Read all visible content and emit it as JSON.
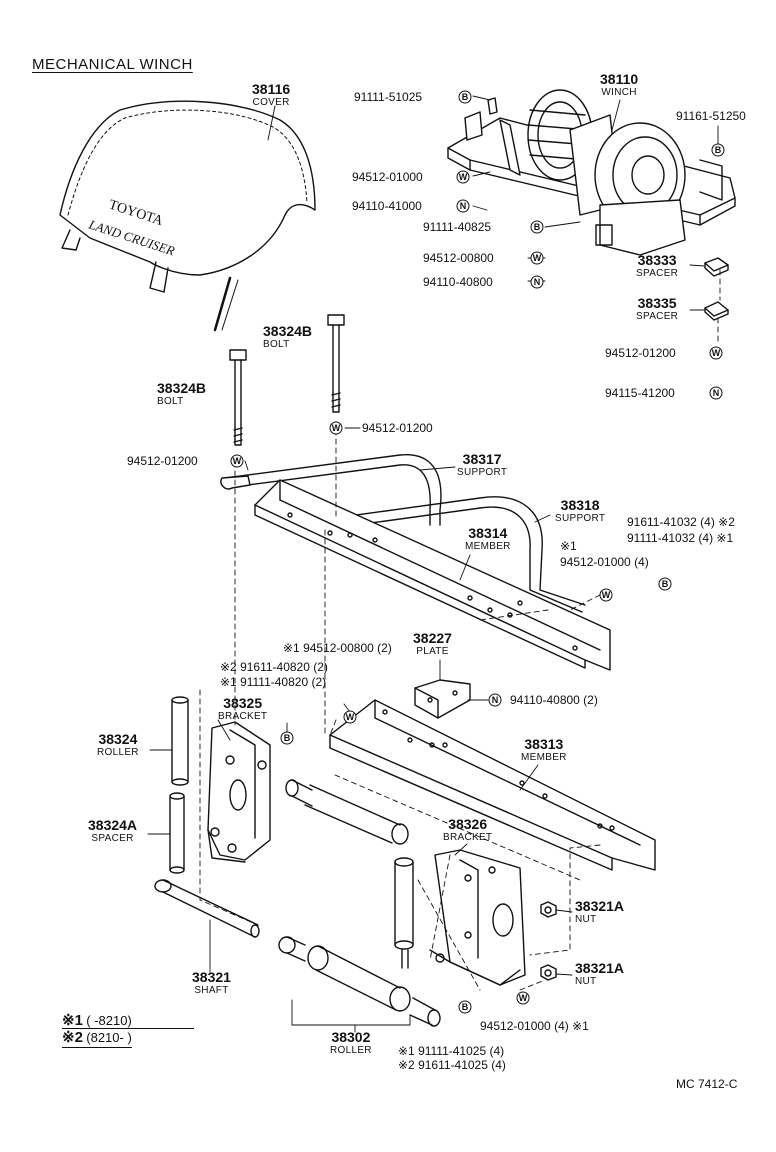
{
  "title": "MECHANICAL WINCH",
  "diagram_code": "MC 7412-C",
  "parts": {
    "cover": {
      "num": "38116",
      "name": "COVER"
    },
    "cover_text1": "TOYOTA",
    "cover_text2": "LAND CRUISER",
    "winch": {
      "num": "38110",
      "name": "WINCH"
    },
    "spacer1": {
      "num": "38333",
      "name": "SPACER"
    },
    "spacer2": {
      "num": "38335",
      "name": "SPACER"
    },
    "bolt_right": {
      "num": "38324B",
      "name": "BOLT"
    },
    "bolt_left": {
      "num": "38324B",
      "name": "BOLT"
    },
    "support1": {
      "num": "38317",
      "name": "SUPPORT"
    },
    "support2": {
      "num": "38318",
      "name": "SUPPORT"
    },
    "member1": {
      "num": "38314",
      "name": "MEMBER"
    },
    "plate": {
      "num": "38227",
      "name": "PLATE"
    },
    "bracket1": {
      "num": "38325",
      "name": "BRACKET"
    },
    "roller1": {
      "num": "38324",
      "name": "ROLLER"
    },
    "spacer3": {
      "num": "38324A",
      "name": "SPACER"
    },
    "member2": {
      "num": "38313",
      "name": "MEMBER"
    },
    "bracket2": {
      "num": "38326",
      "name": "BRACKET"
    },
    "nut1": {
      "num": "38321A",
      "name": "NUT"
    },
    "nut2": {
      "num": "38321A",
      "name": "NUT"
    },
    "shaft": {
      "num": "38321",
      "name": "SHAFT"
    },
    "roller2": {
      "num": "38302",
      "name": "ROLLER"
    }
  },
  "fasteners": {
    "f1": "91111-51025",
    "f2": "91161-51250",
    "f3": "94512-01000",
    "f4": "94110-41000",
    "f5": "91111-40825",
    "f6": "94512-00800",
    "f7": "94110-40800",
    "f8": "94512-01200",
    "f9": "94115-41200",
    "f10": "94512-01200",
    "f11": "94512-01200",
    "f12": "91611-41032 (4) ※2",
    "f13": "91111-41032 (4) ※1",
    "f14a": "※1",
    "f14": "94512-01000 (4)",
    "f15": "※1 94512-00800 (2)",
    "f16": "※2 91611-40820 (2)",
    "f17": "※1 91111-40820 (2)",
    "f18": "94110-40800 (2)",
    "f19": "94512-01000 (4) ※1",
    "f20": "※1 91111-41025 (4)",
    "f21": "※2 91611-41025 (4)"
  },
  "symbols": {
    "bolt": "B",
    "washer": "W",
    "nut": "N"
  },
  "legend": {
    "l1_mark": "※1",
    "l1_text": "(          -8210)",
    "l2_mark": "※2",
    "l2_text": "(8210-           )"
  }
}
